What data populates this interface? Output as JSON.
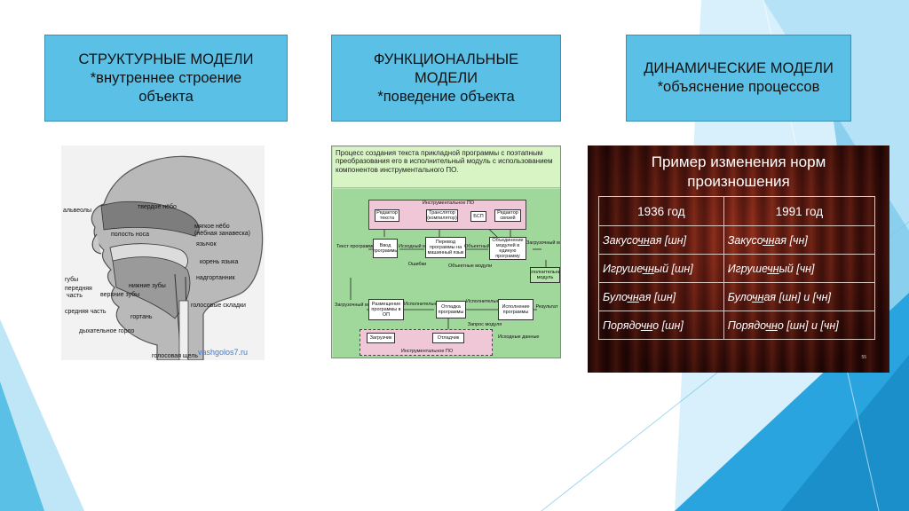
{
  "headers": [
    {
      "line1": "СТРУКТУРНЫЕ МОДЕЛИ",
      "line2": "*внутреннее строение",
      "line3": "объекта"
    },
    {
      "line1": "ФУНКЦИОНАЛЬНЫЕ",
      "line2": "МОДЕЛИ",
      "line3": "*поведение объекта"
    },
    {
      "line1": "ДИНАМИЧЕСКИЕ МОДЕЛИ",
      "line2": "*объяснение процессов"
    }
  ],
  "anatomy": {
    "labels": {
      "alveoli": "альвеолы",
      "hard_palate": "твердое нёбо",
      "nasal_cavity": "полость носа",
      "soft_palate": "мягкое нёбо",
      "velum": "(нёбная занавеска)",
      "uvula": "язычок",
      "tongue_root": "корень языка",
      "lips": "губы",
      "front_part": "передняя",
      "part": "часть",
      "lower_teeth": "нижние зубы",
      "upper_teeth": "верхние зубы",
      "epiglottis": "надгортанник",
      "middle_part": "средняя часть",
      "vocal_folds": "голосовые складки",
      "larynx": "гортань",
      "breathing_throat": "дыхательное горло",
      "glottis": "голосовая щель"
    },
    "watermark": "vashgolos7.ru"
  },
  "flow": {
    "description": "Процесс создания текста прикладной программы с поэтапным преобразования его в исполнительный модуль с использованием компонентов инструментального ПО.",
    "tools_top": "Инструментальное ПО",
    "tools_bottom": "Инструментальное ПО",
    "boxes": {
      "text_editor": "Редактор текста",
      "translator": "Транслятор (компилятор)",
      "bsp": "БСП",
      "link_editor": "Редактор связей",
      "program_text": "Текст программы",
      "program_input": "Ввод программы",
      "source_module": "Исходный модуль",
      "translate": "Перевод программы на машинный язык",
      "object_module": "Объектный модуль",
      "merge": "Объединение модулей в единую программу",
      "load_module": "Загрузочный модуль",
      "errors": "Ошибки",
      "object_modules": "Объектные модули",
      "exec_module_top": "Исполнительный модуль",
      "load_module_left": "Загрузочный модуль",
      "placement": "Размещение программы в ОП",
      "exec_module": "Исполнительный модуль",
      "debug_program": "Отладка программы",
      "exec_module_mid": "Исполнительный модуль",
      "execution": "Исполнение программы",
      "result": "Результат",
      "run_request": "Запрос модуля",
      "loader": "Загрузчик",
      "debugger": "Отладчик",
      "input_data": "Исходные данные"
    }
  },
  "norms": {
    "title_line1": "Пример изменения норм",
    "title_line2": "произношения",
    "columns": [
      "1936 год",
      "1991 год"
    ],
    "rows": [
      {
        "a_pre": "Закусо",
        "a_u": "чн",
        "a_post": "ая [шн]",
        "b_pre": "Закусо",
        "b_u": "чн",
        "b_post": "ая  [чн]"
      },
      {
        "a_pre": "Игруше",
        "a_u": "чн",
        "a_post": "ый [шн]",
        "b_pre": "Игруше",
        "b_u": "чн",
        "b_post": "ый  [чн]"
      },
      {
        "a_pre": "Було",
        "a_u": "чн",
        "a_post": "ая  [шн]",
        "b_pre": "Було",
        "b_u": "чн",
        "b_post": "ая  [шн] и [чн]"
      },
      {
        "a_pre": "Порядо",
        "a_u": "чн",
        "a_post": "о  [шн]",
        "b_pre": "Порядо",
        "b_u": "чн",
        "b_post": "о  [шн] и [чн]"
      }
    ],
    "slide_number": "55"
  },
  "colors": {
    "header_fill": "#5bc0e6",
    "accent_light": "#bfe6f7",
    "accent_mid": "#8ad0ee",
    "accent_dark": "#2aa4df"
  }
}
